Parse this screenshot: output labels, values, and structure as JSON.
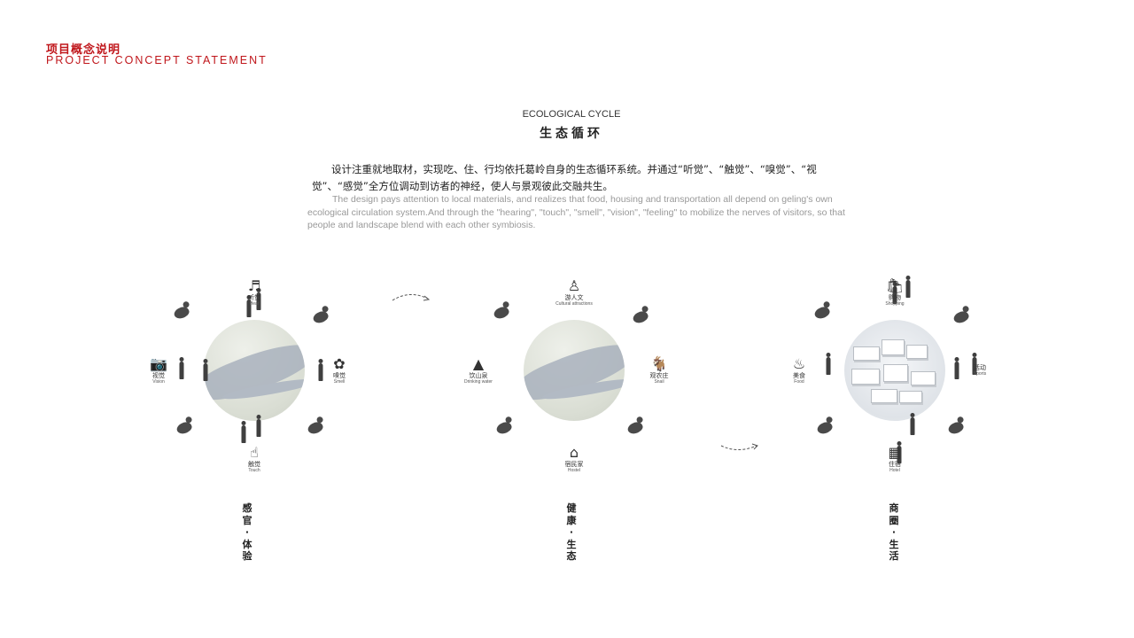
{
  "header": {
    "title_cn": "项目概念说明",
    "title_en": "PROJECT CONCEPT STATEMENT"
  },
  "section": {
    "title_en": "ECOLOGICAL CYCLE",
    "title_cn": "生态循环"
  },
  "description": {
    "cn": "设计注重就地取材，实现吃、住、行均依托葛岭自身的生态循环系统。并通过“听觉”、“触觉”、“嗅觉”、“视觉”、“感觉”全方位调动到访者的神经，使人与景观彼此交融共生。",
    "en": "The design pays attention to local materials, and realizes that food, housing and transportation all depend on geling's own ecological circulation system.And through the \"hearing\", \"touch\", \"smell\", \"vision\", \"feeling\" to mobilize the nerves of visitors, so that people and landscape blend with each other symbiosis."
  },
  "colors": {
    "accent": "#c0161b",
    "icon": "#4a4a4a"
  },
  "diagrams": [
    {
      "caption": "感官·体验",
      "center": "map",
      "items": [
        {
          "pos": "top",
          "icon": "music-note-icon",
          "glyph": "♬",
          "cn": "听觉",
          "en": "Hear"
        },
        {
          "pos": "left",
          "icon": "camera-icon",
          "glyph": "📷",
          "cn": "视觉",
          "en": "Vision"
        },
        {
          "pos": "right",
          "icon": "flower-icon",
          "glyph": "✿",
          "cn": "嗅觉",
          "en": "Smell"
        },
        {
          "pos": "bottom",
          "icon": "hand-touch-icon",
          "glyph": "☝",
          "cn": "触觉",
          "en": "Touch"
        }
      ]
    },
    {
      "caption": "健康·生态",
      "center": "map",
      "items": [
        {
          "pos": "top",
          "icon": "buddha-statue-icon",
          "glyph": "♙",
          "cn": "游人文",
          "en": "Cultural attractions"
        },
        {
          "pos": "left",
          "icon": "mountain-icon",
          "glyph": "▲",
          "cn": "饮山泉",
          "en": "Drinking water"
        },
        {
          "pos": "right",
          "icon": "sheep-icon",
          "glyph": "🐐",
          "cn": "观农庄",
          "en": "Snail"
        },
        {
          "pos": "bottom",
          "icon": "house-tree-icon",
          "glyph": "⌂",
          "cn": "宿民家",
          "en": "Hostel"
        }
      ]
    },
    {
      "caption": "商圈·生活",
      "center": "town",
      "items": [
        {
          "pos": "top",
          "icon": "shopping-bag-icon",
          "glyph": "🛍",
          "cn": "购物",
          "en": "Shopping"
        },
        {
          "pos": "left",
          "icon": "food-bowl-icon",
          "glyph": "♨",
          "cn": "美食",
          "en": "Food"
        },
        {
          "pos": "right",
          "icon": "sports-icon",
          "glyph": "",
          "cn": "活动",
          "en": "Sports"
        },
        {
          "pos": "bottom",
          "icon": "hotel-icon",
          "glyph": "▦",
          "cn": "住宿",
          "en": "Hotel"
        }
      ]
    }
  ]
}
